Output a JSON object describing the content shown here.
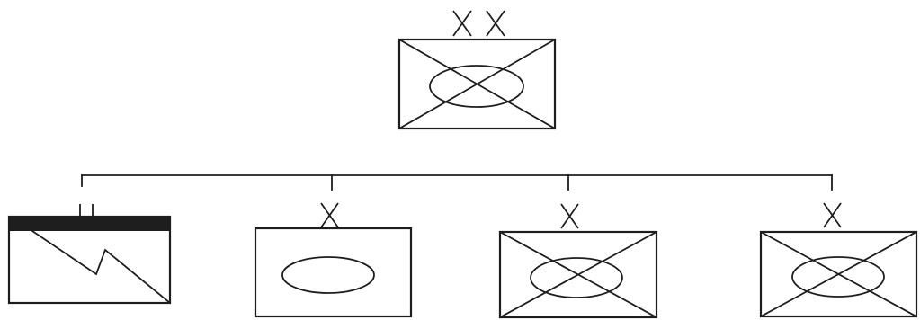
{
  "diagram": {
    "type": "military-unit-hierarchy",
    "colors": {
      "ink": "#1e1e1e",
      "background": "#ffffff"
    },
    "parent": {
      "echelon": "division",
      "echelon_marker": "XX",
      "unit_function": "armored-infantry"
    },
    "subordinates": [
      {
        "echelon": "battalion",
        "echelon_marker": "II",
        "unit_function": "signal"
      },
      {
        "echelon": "brigade",
        "echelon_marker": "X",
        "unit_function": "armor"
      },
      {
        "echelon": "brigade",
        "echelon_marker": "X",
        "unit_function": "armored-infantry"
      },
      {
        "echelon": "brigade",
        "echelon_marker": "X",
        "unit_function": "armored-infantry"
      }
    ]
  }
}
